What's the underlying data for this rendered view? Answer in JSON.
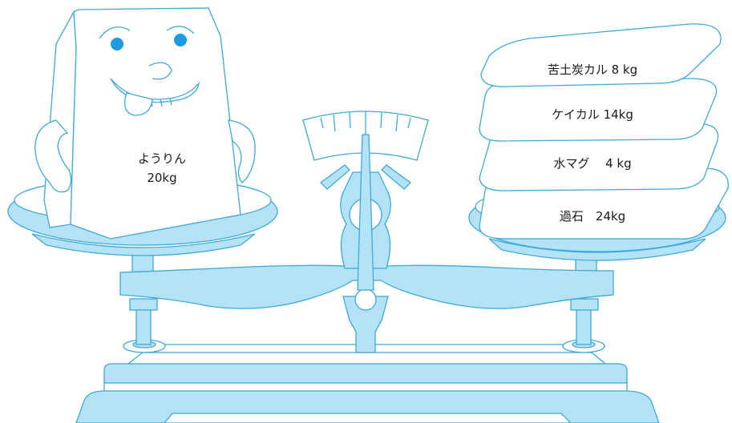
{
  "left_pan": {
    "bag_name": "ようりん",
    "bag_weight": "20kg"
  },
  "right_pan": {
    "bags": [
      {
        "label": "苦土炭カル 8 kg"
      },
      {
        "label": "ケイカル 14kg"
      },
      {
        "label": "水マグ　 4 kg"
      },
      {
        "label": "過石　24kg"
      }
    ]
  },
  "colors": {
    "outline": "#3fa9d8",
    "fill": "#b4e3f7",
    "eye": "#1e9be0",
    "background": "#ffffff"
  }
}
